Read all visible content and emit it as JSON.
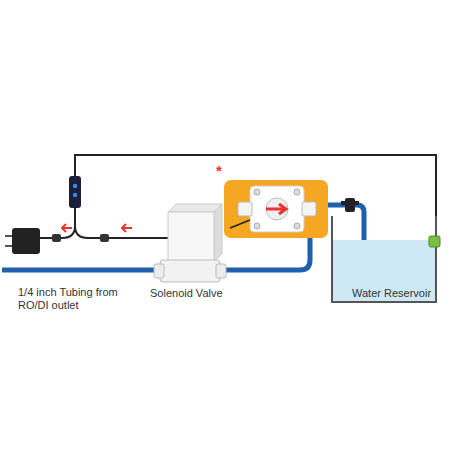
{
  "diagram": {
    "labels": [
      "*",
      "1/4 inch Tubing from RO/DI outlet",
      "Solenoid Valve",
      "Water Reservoir"
    ]
  }
}
